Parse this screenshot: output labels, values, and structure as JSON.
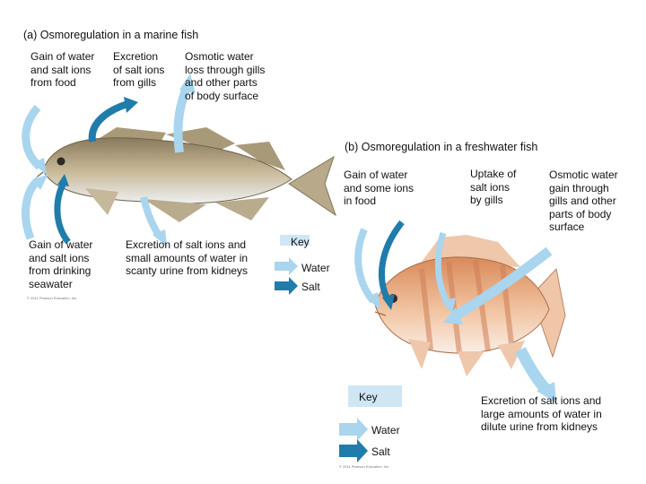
{
  "marine": {
    "title": "(a) Osmoregulation in a marine fish",
    "label_food": "Gain of water\nand salt ions\nfrom food",
    "label_gills": "Excretion\nof salt ions\nfrom gills",
    "label_loss": "Osmotic water\nloss through gills\nand other parts\nof body surface",
    "label_drink": "Gain of water\nand salt ions\nfrom drinking\nseawater",
    "label_urine": "Excretion of salt ions and\nsmall amounts of water in\nscanty urine from kidneys",
    "copyright": "© 2011 Pearson Education, Inc."
  },
  "freshwater": {
    "title": "(b) Osmoregulation in a freshwater fish",
    "label_food": "Gain of water\nand some ions\nin food",
    "label_uptake": "Uptake of\nsalt ions\nby gills",
    "label_gain": "Osmotic water\ngain through\ngills and other\nparts of body\nsurface",
    "label_urine": "Excretion of salt ions and\nlarge amounts of water in\ndilute urine from kidneys",
    "copyright": "© 2011 Pearson Education, Inc."
  },
  "key_marine": {
    "title": "Key",
    "water": "Water",
    "salt": "Salt"
  },
  "key_fresh": {
    "title": "Key",
    "water": "Water",
    "salt": "Salt"
  },
  "colors": {
    "water_arrow": "#a9d5ee",
    "salt_arrow": "#1f7cab",
    "key_box": "#cfe6f4"
  }
}
